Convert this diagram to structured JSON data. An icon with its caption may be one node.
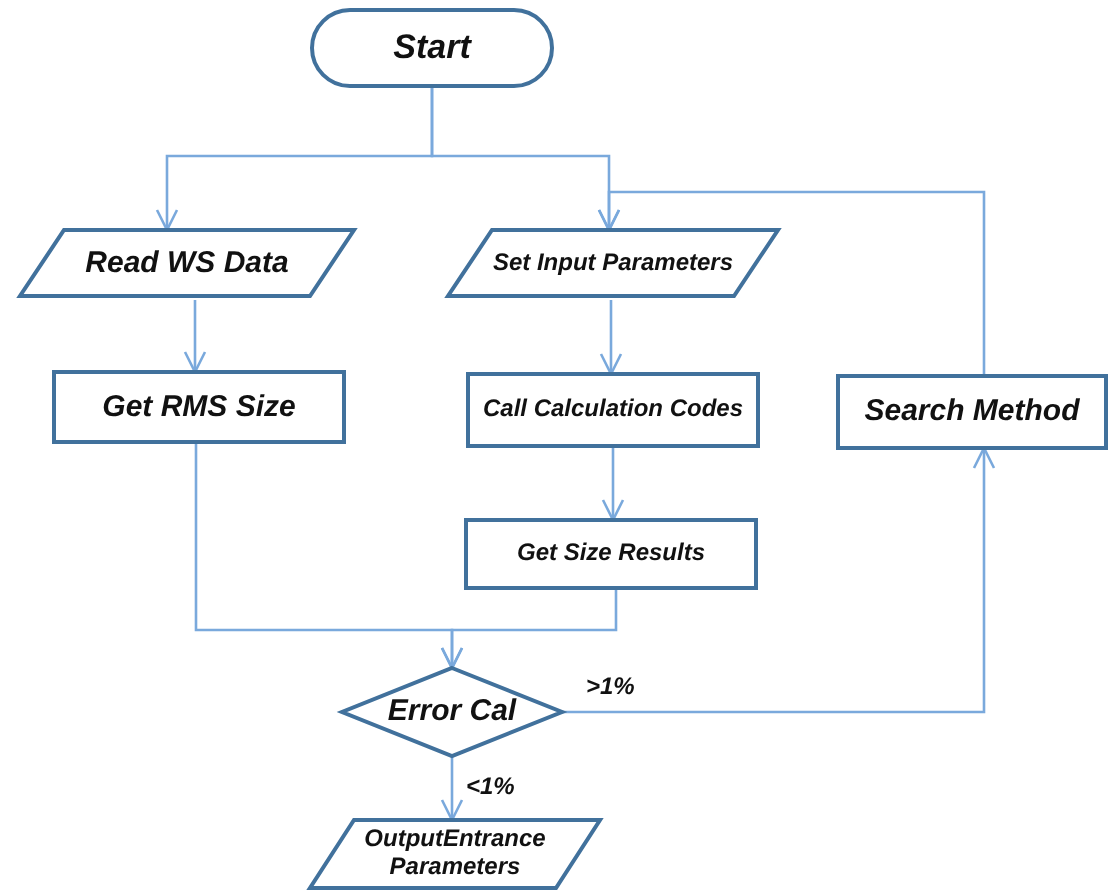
{
  "diagram": {
    "nodes": [
      {
        "text": [
          "Start"
        ]
      },
      {
        "text": [
          "Read WS Data"
        ]
      },
      {
        "text": [
          "Set Input Parameters"
        ]
      },
      {
        "text": [
          "Get RMS Size"
        ]
      },
      {
        "text": [
          "Call Calculation Codes"
        ]
      },
      {
        "text": [
          "Search Method"
        ]
      },
      {
        "text": [
          "Get Size Results"
        ]
      },
      {
        "text": [
          "Error Cal"
        ]
      },
      {
        "text": [
          "OutputEntrance Parameters"
        ]
      }
    ],
    "edges": [
      {
        "from": 0,
        "to": 1,
        "arrow": "to"
      },
      {
        "from": 0,
        "to": 2,
        "arrow": "to"
      },
      {
        "from": 1,
        "to": 3,
        "arrow": "to"
      },
      {
        "from": 2,
        "to": 4,
        "arrow": "to"
      },
      {
        "from": 4,
        "to": 6,
        "arrow": "to"
      },
      {
        "from": 3,
        "to": 7,
        "arrow": "to"
      },
      {
        "from": 6,
        "to": 7,
        "arrow": "to"
      },
      {
        "from": 7,
        "to": 5,
        "arrow": "to",
        "label": ">1%"
      },
      {
        "from": 5,
        "to": 2,
        "arrow": "to"
      },
      {
        "from": 7,
        "to": 8,
        "arrow": "to",
        "label": "<1%"
      }
    ]
  }
}
